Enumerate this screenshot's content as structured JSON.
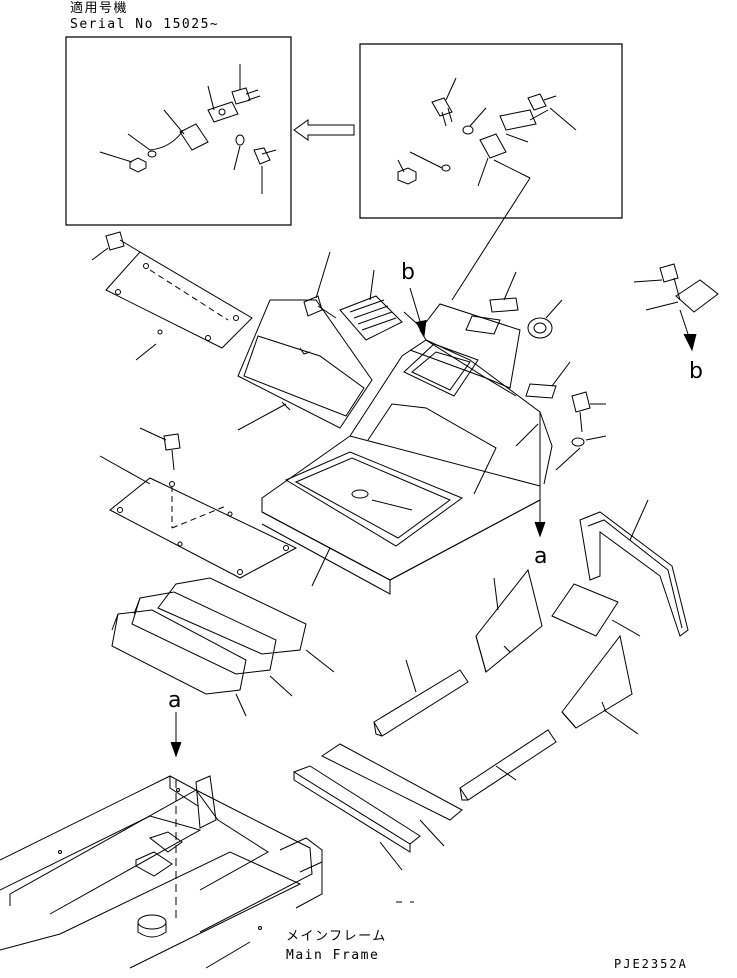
{
  "header": {
    "applicable_jp": "適用号機",
    "serial": "Serial No 15025~"
  },
  "callouts": {
    "a_top": "a",
    "a_bottom": "a",
    "b_top": "b",
    "b_right": "b"
  },
  "main_frame": {
    "label_jp": "メインフレーム",
    "label_en": "Main Frame"
  },
  "drawing_code": "PJE2352A",
  "colors": {
    "line": "#000000",
    "background": "#ffffff"
  }
}
